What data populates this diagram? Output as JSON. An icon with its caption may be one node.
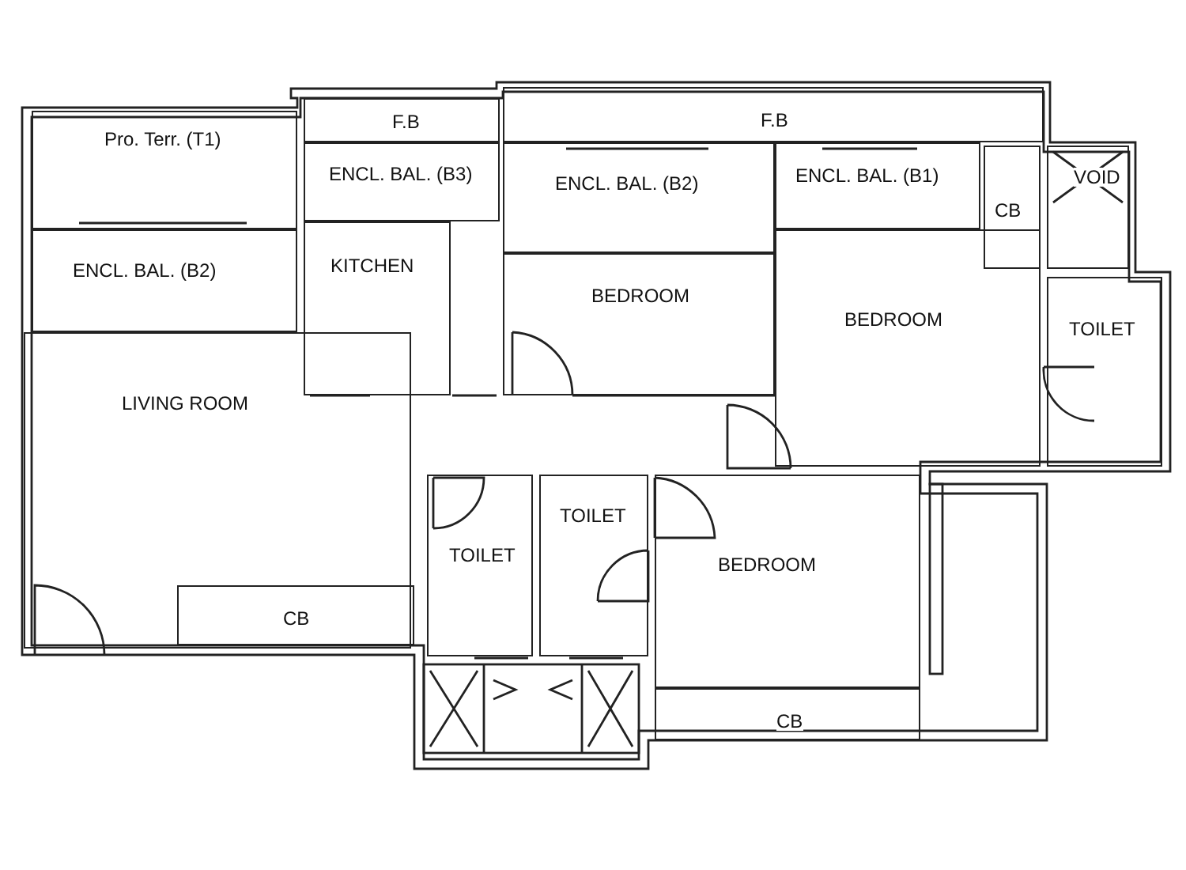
{
  "diagram": {
    "nodes": [
      {
        "text": [
          "Pro. Terr. (T1)"
        ]
      },
      {
        "text": [
          "F.B"
        ]
      },
      {
        "text": [
          "F.B"
        ]
      },
      {
        "text": [
          "ENCL. BAL. (B3)"
        ]
      },
      {
        "text": [
          "ENCL. BAL. (B2)"
        ]
      },
      {
        "text": [
          "ENCL. BAL. (B1)"
        ]
      },
      {
        "text": [
          "CB"
        ]
      },
      {
        "text": [
          "VOID"
        ]
      },
      {
        "text": [
          "ENCL. BAL. (B2)"
        ]
      },
      {
        "text": [
          "KITCHEN"
        ]
      },
      {
        "text": [
          "BEDROOM"
        ]
      },
      {
        "text": [
          "BEDROOM"
        ]
      },
      {
        "text": [
          "TOILET"
        ]
      },
      {
        "text": [
          "LIVING ROOM"
        ]
      },
      {
        "text": [
          "TOILET"
        ]
      },
      {
        "text": [
          "TOILET"
        ]
      },
      {
        "text": [
          "CB"
        ],
        "in": 13
      },
      {
        "text": [
          "BEDROOM"
        ]
      },
      {
        "text": [
          "CB"
        ]
      }
    ]
  }
}
